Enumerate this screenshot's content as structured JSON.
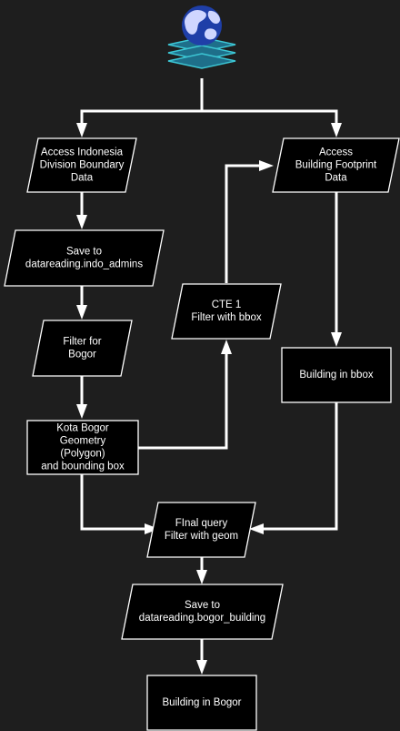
{
  "diagram": {
    "background": "#1e1e1e",
    "node_fill": "#000000",
    "line_color": "#ffffff",
    "icon": "globe-stack-icon",
    "nodes": [
      {
        "id": "access-boundary",
        "shape": "parallelogram",
        "lines": [
          "Access Indonesia",
          "Division Boundary",
          "Data"
        ]
      },
      {
        "id": "save-indo-admins",
        "shape": "parallelogram",
        "lines": [
          "Save to",
          "datareading.indo_admins"
        ]
      },
      {
        "id": "filter-bogor",
        "shape": "parallelogram",
        "lines": [
          "Filter for",
          "Bogor"
        ]
      },
      {
        "id": "kota-bogor",
        "shape": "rectangle",
        "lines": [
          "Kota Bogor",
          "Geometry",
          "(Polygon)",
          "and bounding box"
        ]
      },
      {
        "id": "cte-1",
        "shape": "parallelogram",
        "lines": [
          "CTE 1",
          "Filter with bbox"
        ]
      },
      {
        "id": "access-footprint",
        "shape": "parallelogram",
        "lines": [
          "Access",
          "Building Footprint",
          "Data"
        ]
      },
      {
        "id": "building-bbox",
        "shape": "rectangle",
        "lines": [
          "Building in bbox"
        ]
      },
      {
        "id": "final-query",
        "shape": "parallelogram",
        "lines": [
          "FInal query",
          "Filter with geom"
        ]
      },
      {
        "id": "save-bogor-building",
        "shape": "parallelogram",
        "lines": [
          "Save to",
          "datareading.bogor_building"
        ]
      },
      {
        "id": "building-in-bogor",
        "shape": "rectangle",
        "lines": [
          "Building in Bogor"
        ]
      }
    ],
    "edges": [
      {
        "from": "globe-icon",
        "to": "access-boundary"
      },
      {
        "from": "globe-icon",
        "to": "access-footprint"
      },
      {
        "from": "access-boundary",
        "to": "save-indo-admins"
      },
      {
        "from": "save-indo-admins",
        "to": "filter-bogor"
      },
      {
        "from": "filter-bogor",
        "to": "kota-bogor"
      },
      {
        "from": "kota-bogor",
        "to": "cte-1"
      },
      {
        "from": "cte-1",
        "to": "access-footprint"
      },
      {
        "from": "access-footprint",
        "to": "building-bbox"
      },
      {
        "from": "kota-bogor",
        "to": "final-query"
      },
      {
        "from": "building-bbox",
        "to": "final-query"
      },
      {
        "from": "final-query",
        "to": "save-bogor-building"
      },
      {
        "from": "save-bogor-building",
        "to": "building-in-bogor"
      }
    ]
  }
}
